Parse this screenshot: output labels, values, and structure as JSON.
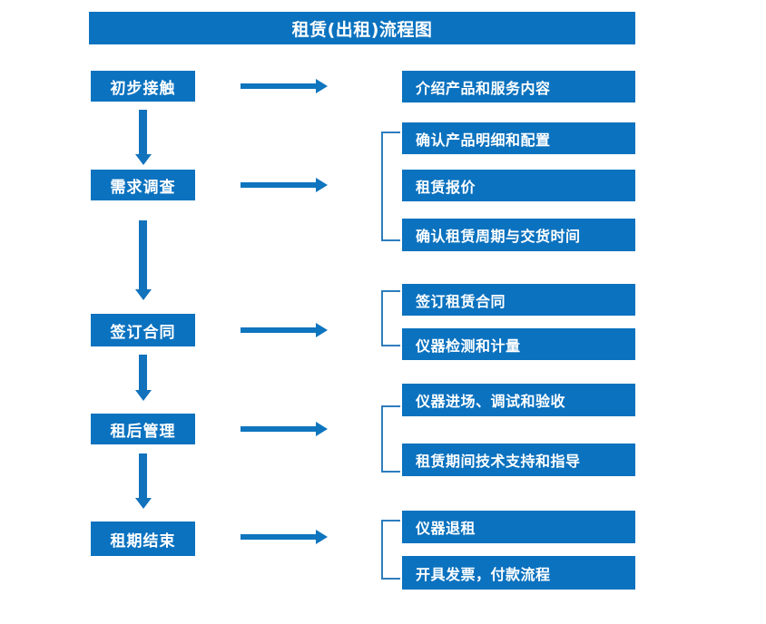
{
  "diagram": {
    "title": "租赁(出租)流程图",
    "accent_color": "#0B72BF",
    "arrow_color": "#0E75BE",
    "bracket_color": "#2E7DBE",
    "text_color": "#FFFFFF",
    "background_color": "#FFFFFF"
  },
  "stages": [
    {
      "id": "stage-1",
      "label": "初步接触"
    },
    {
      "id": "stage-2",
      "label": "需求调查"
    },
    {
      "id": "stage-3",
      "label": "签订合同"
    },
    {
      "id": "stage-4",
      "label": "租后管理"
    },
    {
      "id": "stage-5",
      "label": "租期结束"
    }
  ],
  "groups": [
    {
      "id": "group-1",
      "stage": "初步接触",
      "bracketed": false,
      "items": [
        {
          "label": "介绍产品和服务内容"
        }
      ]
    },
    {
      "id": "group-2",
      "stage": "需求调查",
      "bracketed": true,
      "items": [
        {
          "label": "确认产品明细和配置"
        },
        {
          "label": "租赁报价"
        },
        {
          "label": "确认租赁周期与交货时间"
        }
      ]
    },
    {
      "id": "group-3",
      "stage": "签订合同",
      "bracketed": true,
      "items": [
        {
          "label": "签订租赁合同"
        },
        {
          "label": "仪器检测和计量"
        }
      ]
    },
    {
      "id": "group-4",
      "stage": "租后管理",
      "bracketed": true,
      "items": [
        {
          "label": "仪器进场、调试和验收"
        },
        {
          "label": "租赁期间技术支持和指导"
        }
      ]
    },
    {
      "id": "group-5",
      "stage": "租期结束",
      "bracketed": true,
      "items": [
        {
          "label": "仪器退租"
        },
        {
          "label": "开具发票，付款流程"
        }
      ]
    }
  ],
  "connectors": {
    "vertical_count": 4,
    "horizontal_count": 5
  }
}
